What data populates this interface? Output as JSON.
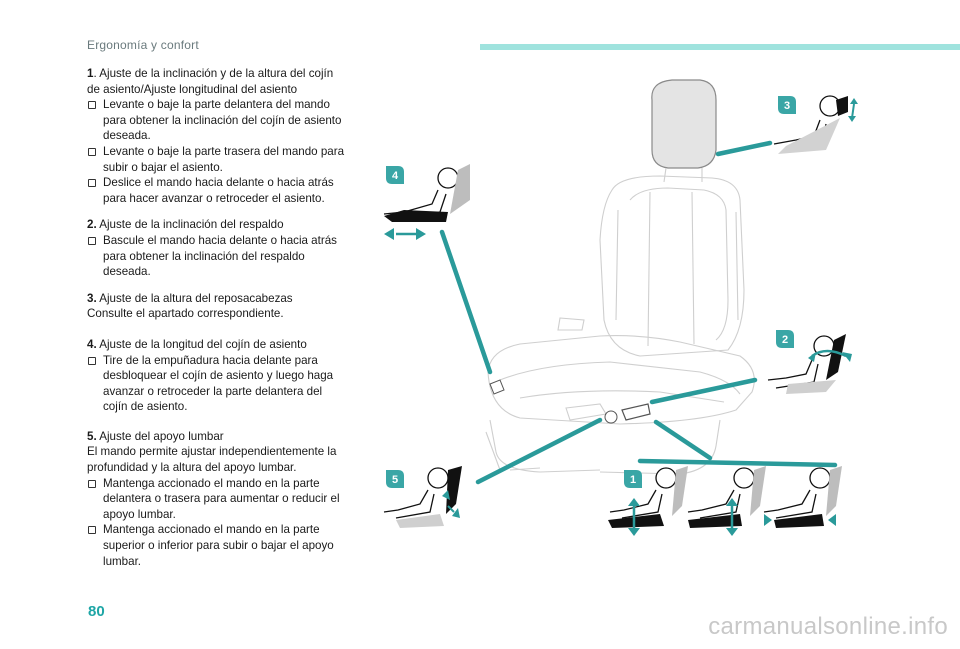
{
  "header": {
    "title": "Ergonomía y confort"
  },
  "page_number": "80",
  "watermark": "carmanualsonline.info",
  "sections": [
    {
      "num": "1",
      "title": ". Ajuste de la inclinación y de la altura del cojín de asiento/Ajuste longitudinal del asiento",
      "bullets": [
        "Levante o baje la parte delantera del mando para obtener la inclinación del cojín de asiento deseada.",
        "Levante o baje la parte trasera del mando para subir o bajar el asiento.",
        "Deslice el mando hacia delante o hacia atrás para hacer avanzar o retroceder el asiento."
      ]
    },
    {
      "num": "2.",
      "title": " Ajuste de la inclinación del respaldo",
      "bullets": [
        "Bascule el mando hacia delante o hacia atrás para obtener la inclinación del respaldo deseada."
      ]
    },
    {
      "num": "3.",
      "title": " Ajuste de la altura del reposacabezas",
      "body": "Consulte el apartado correspondiente.",
      "bullets": []
    },
    {
      "num": "4.",
      "title": " Ajuste de la longitud del cojín de asiento",
      "bullets": [
        "Tire de la empuñadura hacia delante para desbloquear el cojín de asiento y luego haga avanzar o retroceder la parte delantera del cojín de asiento."
      ]
    },
    {
      "num": "5.",
      "title": " Ajuste del apoyo lumbar",
      "body": "El mando permite ajustar independientemente la profundidad y la altura del apoyo lumbar.",
      "bullets": [
        "Mantenga accionado el mando en la parte delantera o trasera para aumentar o reducir el apoyo lumbar.",
        "Mantenga accionado el mando en la parte superior o inferior para subir o bajar el apoyo lumbar."
      ]
    }
  ],
  "callouts": [
    "1",
    "2",
    "3",
    "4",
    "5"
  ],
  "colors": {
    "accent": "#2a9a9a",
    "header_bar": "#9fe3de",
    "badge": "#3aa6a6"
  }
}
